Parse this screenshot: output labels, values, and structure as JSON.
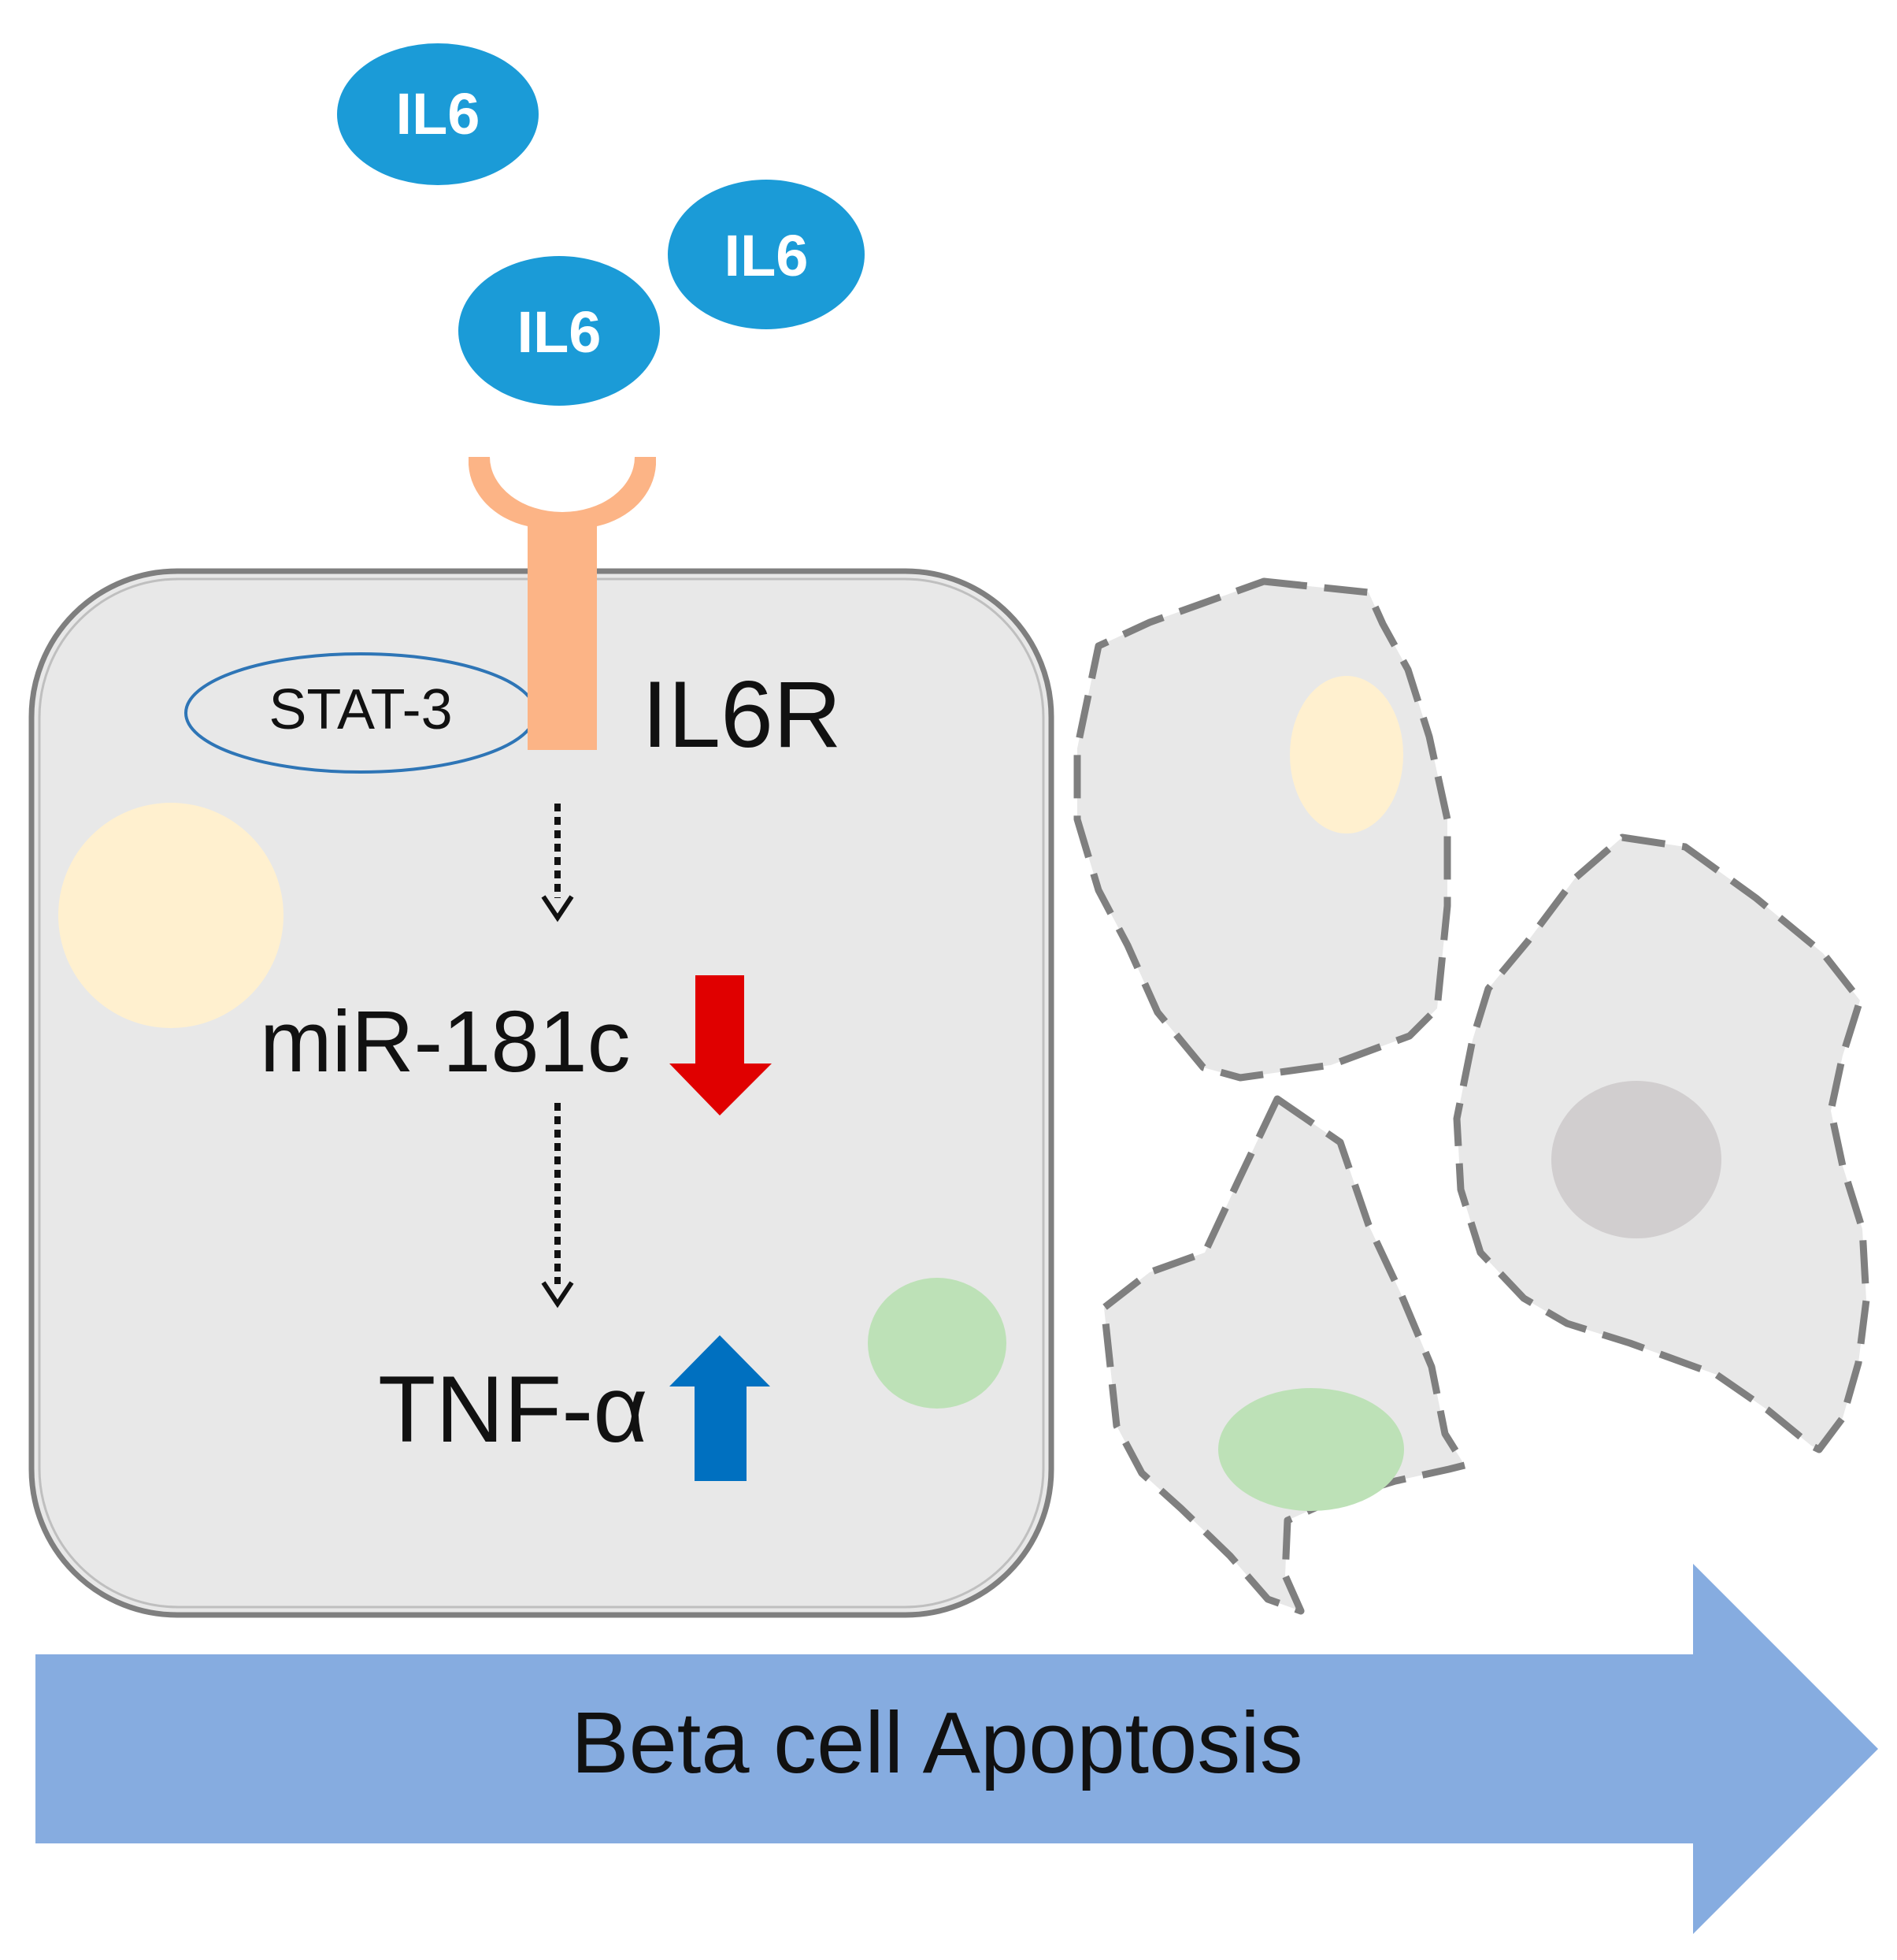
{
  "ligands": {
    "il6_a": "IL6",
    "il6_b": "IL6",
    "il6_c": "IL6"
  },
  "receptor": {
    "label": "IL6R",
    "color": "#FCB486"
  },
  "cell": {
    "stat3_label": "STAT-3",
    "mirna_label": "miR-181c",
    "mirna_trend": "down",
    "tnf_label": "TNF-α",
    "tnf_trend": "up",
    "membrane_fill": "#E8E8E8"
  },
  "outcome": {
    "label": "Beta cell Apoptosis",
    "arrow_color": "#86ACE0"
  },
  "colors": {
    "il6": "#1B9BD7",
    "down_arrow": "#E00000",
    "up_arrow": "#0070C0",
    "nucleus_yellow": "#FFF0CF",
    "nucleus_green": "#BDE1B7",
    "nucleus_gray": "#D1CECF"
  },
  "icons": {
    "down": "down-arrow-icon",
    "up": "up-arrow-icon"
  }
}
